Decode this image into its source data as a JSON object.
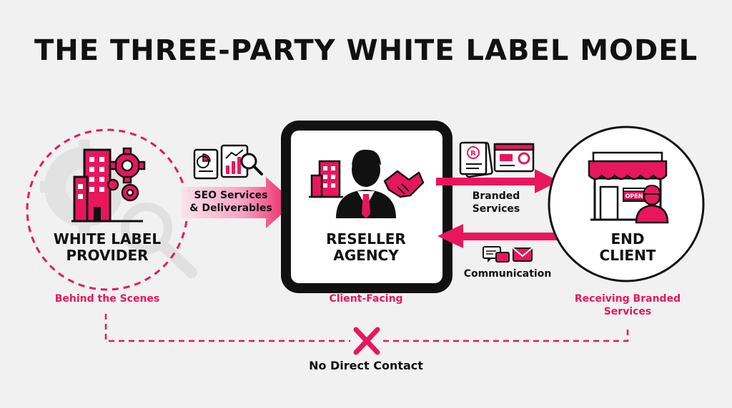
{
  "title": "THE THREE-PARTY WHITE LABEL MODEL",
  "colors": {
    "accent": "#e8175d",
    "dark": "#111111",
    "background": "#f1f1f1"
  },
  "nodes": {
    "provider": {
      "label_line1": "WHITE LABEL",
      "label_line2": "PROVIDER",
      "sublabel": "Behind the Scenes",
      "icons": [
        "building-icon",
        "gear-icon",
        "magnifier-icon"
      ]
    },
    "agency": {
      "label_line1": "RESELLER",
      "label_line2": "AGENCY",
      "sublabel": "Client-Facing",
      "icons": [
        "building-icon",
        "businessman-icon",
        "handshake-icon"
      ]
    },
    "client": {
      "label_line1": "END",
      "label_line2": "CLIENT",
      "sublabel_line1": "Receiving Branded",
      "sublabel_line2": "Services",
      "icons": [
        "storefront-icon",
        "person-icon"
      ],
      "sign_text": "OPEN"
    }
  },
  "flows": {
    "provider_to_agency": {
      "line1": "SEO Services",
      "line2": "& Deliverables",
      "icons": [
        "report-icon",
        "chart-search-icon"
      ]
    },
    "agency_to_client": {
      "line1": "Branded",
      "line2": "Services",
      "icons": [
        "branded-document-icon",
        "browser-window-icon"
      ]
    },
    "client_to_agency": {
      "label": "Communication",
      "icons": [
        "chat-bubbles-icon",
        "envelope-icon"
      ]
    }
  },
  "no_contact": {
    "label": "No Direct Contact",
    "icon": "x-icon"
  }
}
